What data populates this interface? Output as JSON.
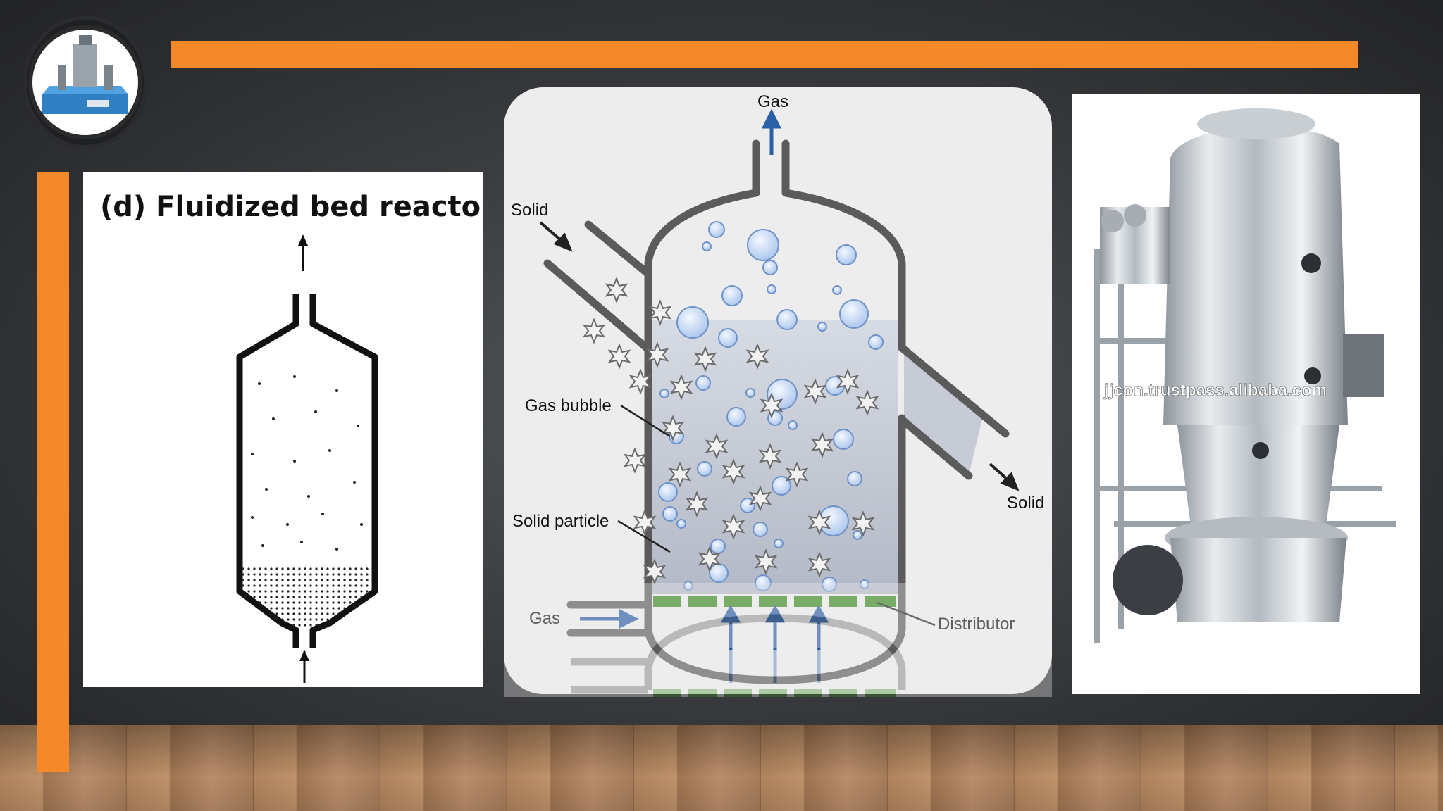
{
  "colors": {
    "accent": "#f5892a",
    "distributor": "#3b8a1e",
    "arrow": "#2b5fa6",
    "vessel": "#5b5b5b"
  },
  "left_panel": {
    "title": "(d)  Fluidized bed reactor"
  },
  "center_diagram": {
    "label_gas_top": "Gas",
    "label_solid_in": "Solid",
    "label_gas_bubble": "Gas bubble",
    "label_solid_particle": "Solid particle",
    "label_gas_in": "Gas",
    "label_distributor": "Distributor",
    "label_solid_out": "Solid"
  },
  "right_panel": {
    "watermark": "jjcon.trustpass.alibaba.com"
  },
  "icons": [
    "equipment-logo-icon",
    "arrow-up-icon",
    "arrow-right-icon"
  ]
}
